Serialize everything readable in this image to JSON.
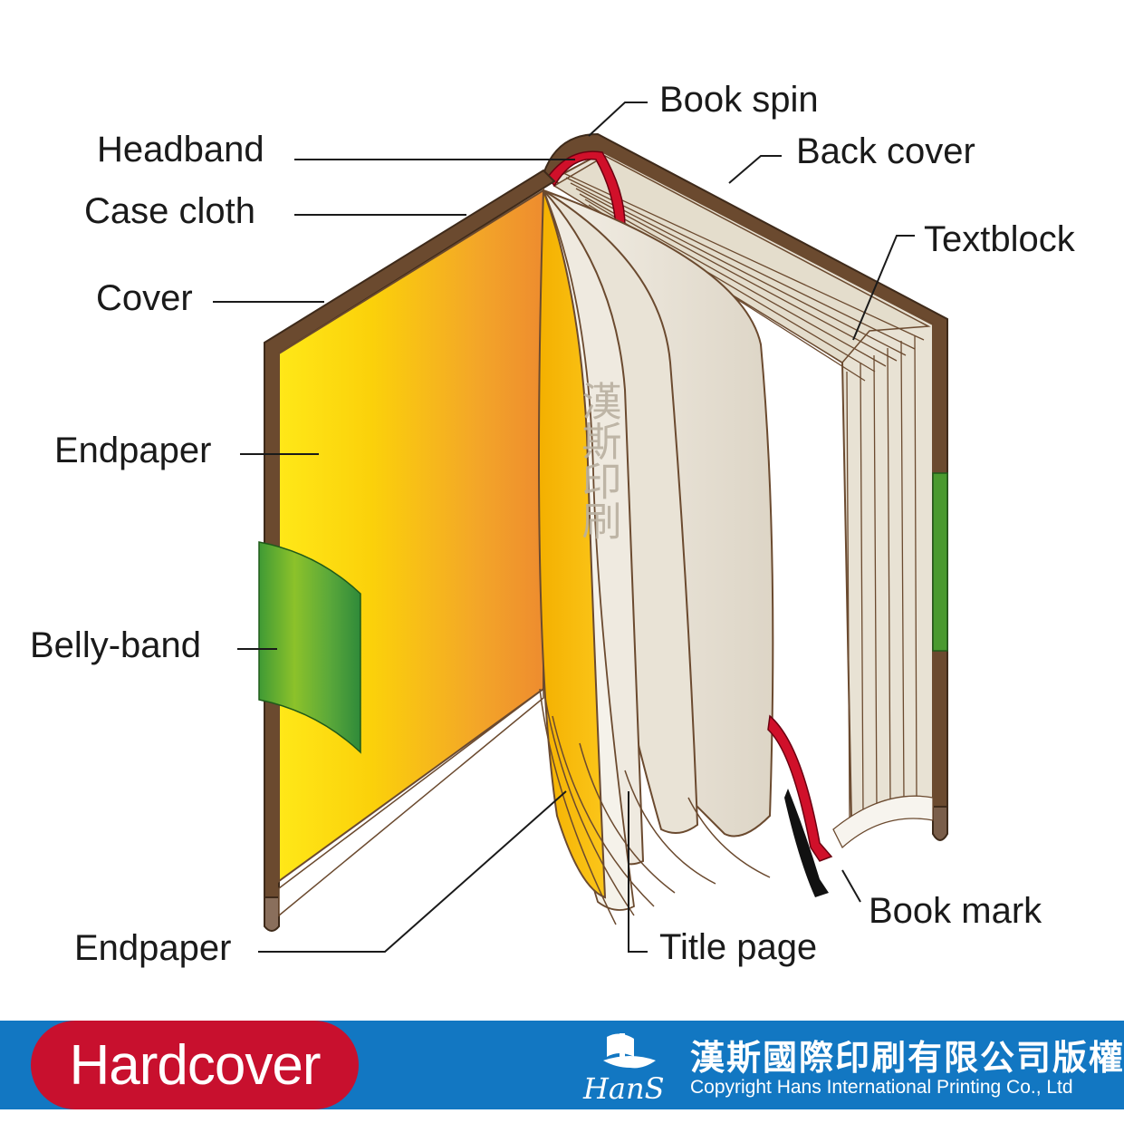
{
  "labels": {
    "book_spin": "Book spin",
    "headband": "Headband",
    "back_cover": "Back cover",
    "case_cloth": "Case cloth",
    "textblock": "Textblock",
    "cover": "Cover",
    "endpaper_front": "Endpaper",
    "belly_band": "Belly-band",
    "book_mark": "Book mark",
    "title_page": "Title page",
    "endpaper_back": "Endpaper"
  },
  "footer": {
    "badge": "Hardcover",
    "company_cn": "漢斯國際印刷有限公司版權",
    "company_en": "Copyright Hans International Printing Co., Ltd",
    "logo_text": "HanS"
  },
  "colors": {
    "case_cloth": "#6b4a2f",
    "endpaper_gradient": [
      "#ffe600",
      "#f5a524",
      "#ee8a2e"
    ],
    "belly_band": "#4a9a2f",
    "ribbon": "#d0102a",
    "footer_blue": "#1277c2",
    "badge_red": "#c8102e"
  }
}
